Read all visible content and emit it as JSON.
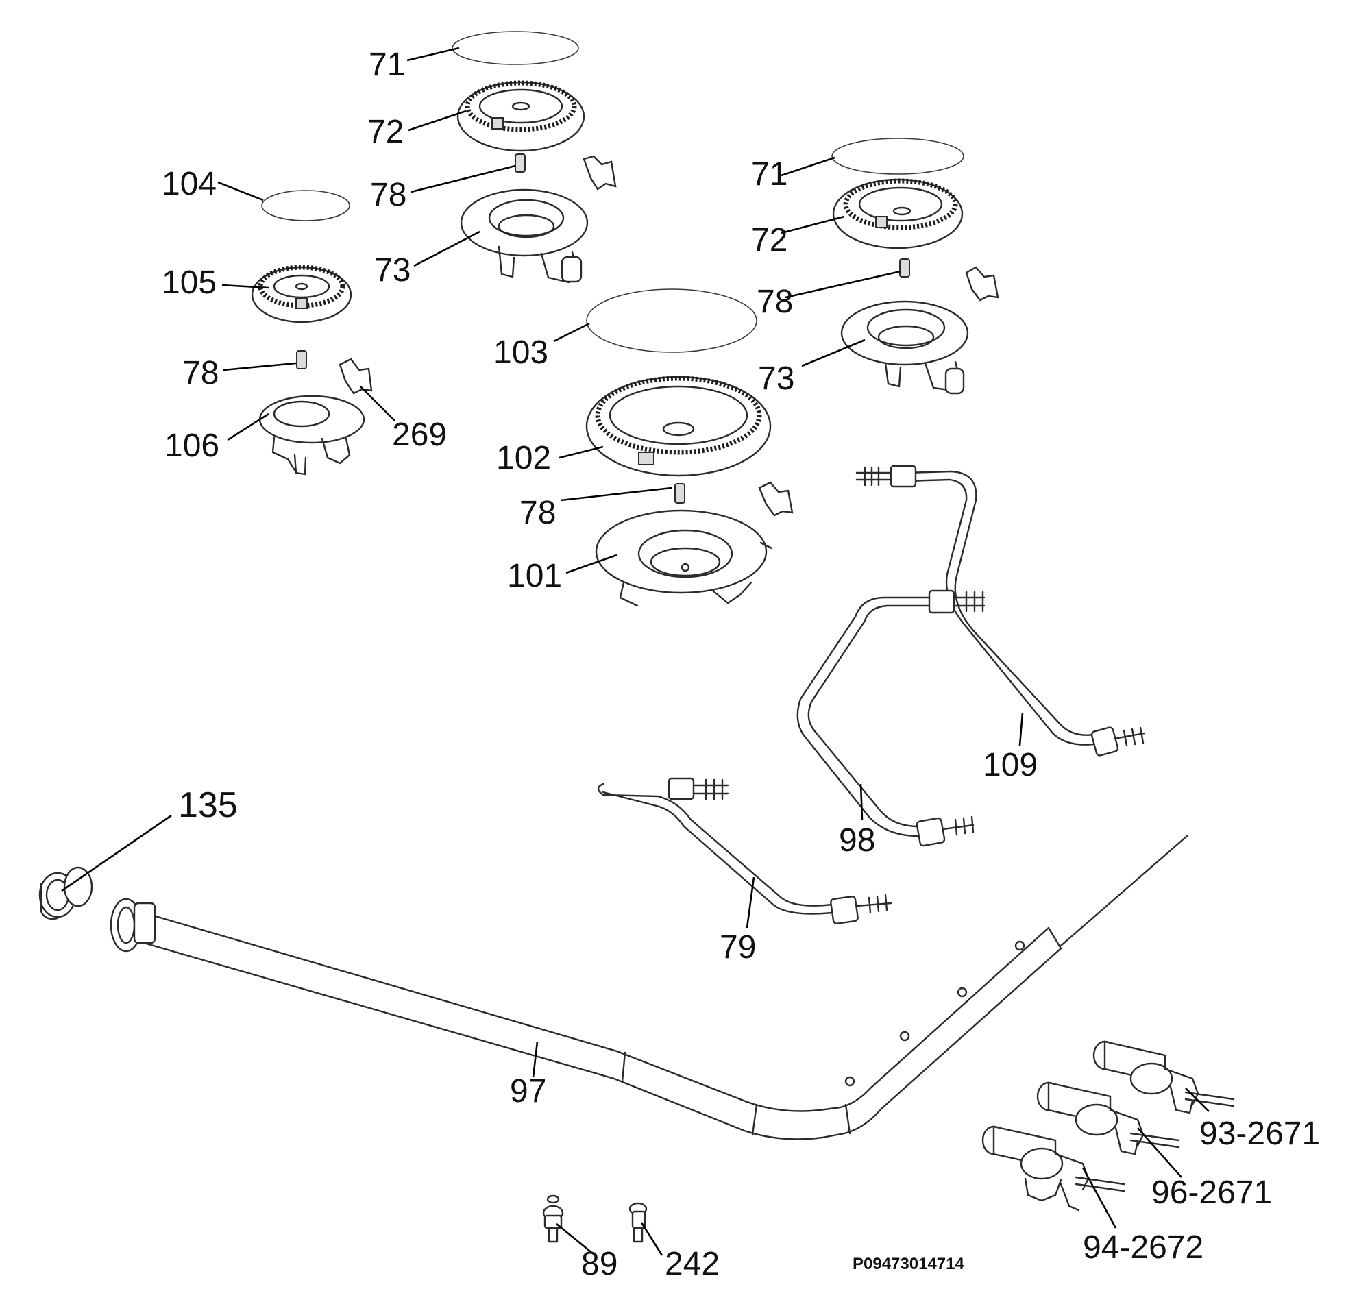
{
  "labels": {
    "cap_top": "71",
    "burner_top": "72",
    "injector_top": "78",
    "base_top": "73",
    "cap_left": "104",
    "burner_left": "105",
    "injector_left": "78",
    "base_left": "106",
    "electrode_left": "269",
    "cap_right": "71",
    "burner_right": "72",
    "injector_right": "78",
    "base_right": "73",
    "cap_center": "103",
    "burner_center": "102",
    "injector_center": "78",
    "base_center": "101",
    "pipe_109": "109",
    "pipe_98": "98",
    "pipe_79": "79",
    "fitting_135": "135",
    "manifold_97": "97",
    "valve_93": "93-2671",
    "valve_96": "96-2671",
    "valve_94": "94-2672",
    "nozzle_89": "89",
    "nozzle_242": "242"
  },
  "reference_code": "P09473014714"
}
